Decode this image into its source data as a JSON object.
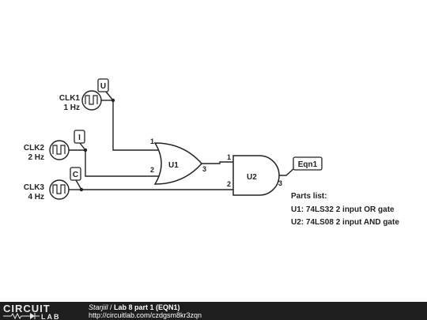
{
  "clocks": [
    {
      "name": "CLK1",
      "freq": "1 Hz",
      "probe": "U"
    },
    {
      "name": "CLK2",
      "freq": "2 Hz",
      "probe": "I"
    },
    {
      "name": "CLK3",
      "freq": "4 Hz",
      "probe": "C"
    }
  ],
  "gates": {
    "u1": {
      "label": "U1",
      "pin_in_a": "1",
      "pin_in_b": "2",
      "pin_out": "3"
    },
    "u2": {
      "label": "U2",
      "pin_in_a": "1",
      "pin_in_b": "2",
      "pin_out": "3"
    }
  },
  "output_probe": "Eqn1",
  "parts_list": {
    "title": "Parts list:",
    "items": [
      "U1: 74LS32 2 input OR gate",
      "U2: 74LS08 2 input AND gate"
    ]
  },
  "footer": {
    "logo_top": "CIRCUIT",
    "logo_bottom": "LAB",
    "user": "Starjiil",
    "separator": " / ",
    "title": "Lab 8 part 1 (EQN1)",
    "url": "http://circuitlab.com/czdgsm8kr3zqn"
  }
}
